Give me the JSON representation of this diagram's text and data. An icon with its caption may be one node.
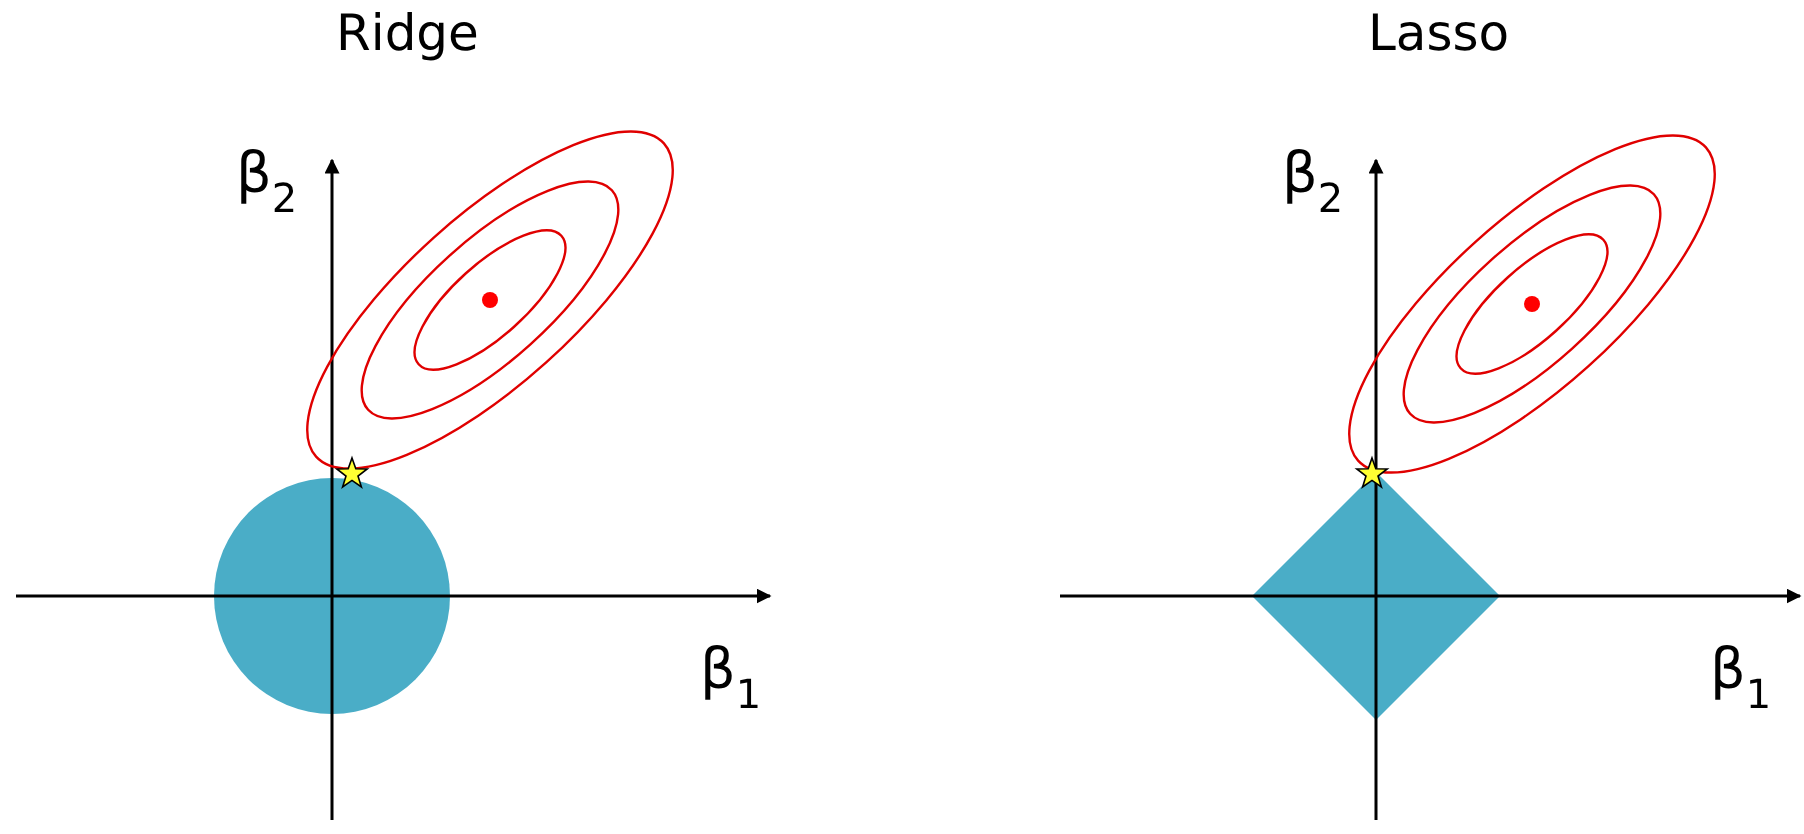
{
  "diagram": {
    "labels": [
      "Ridge",
      "Lasso",
      "β$_{2}$",
      "β$_{2}$",
      "β$_{1}$",
      "β$_{1}$"
    ]
  }
}
